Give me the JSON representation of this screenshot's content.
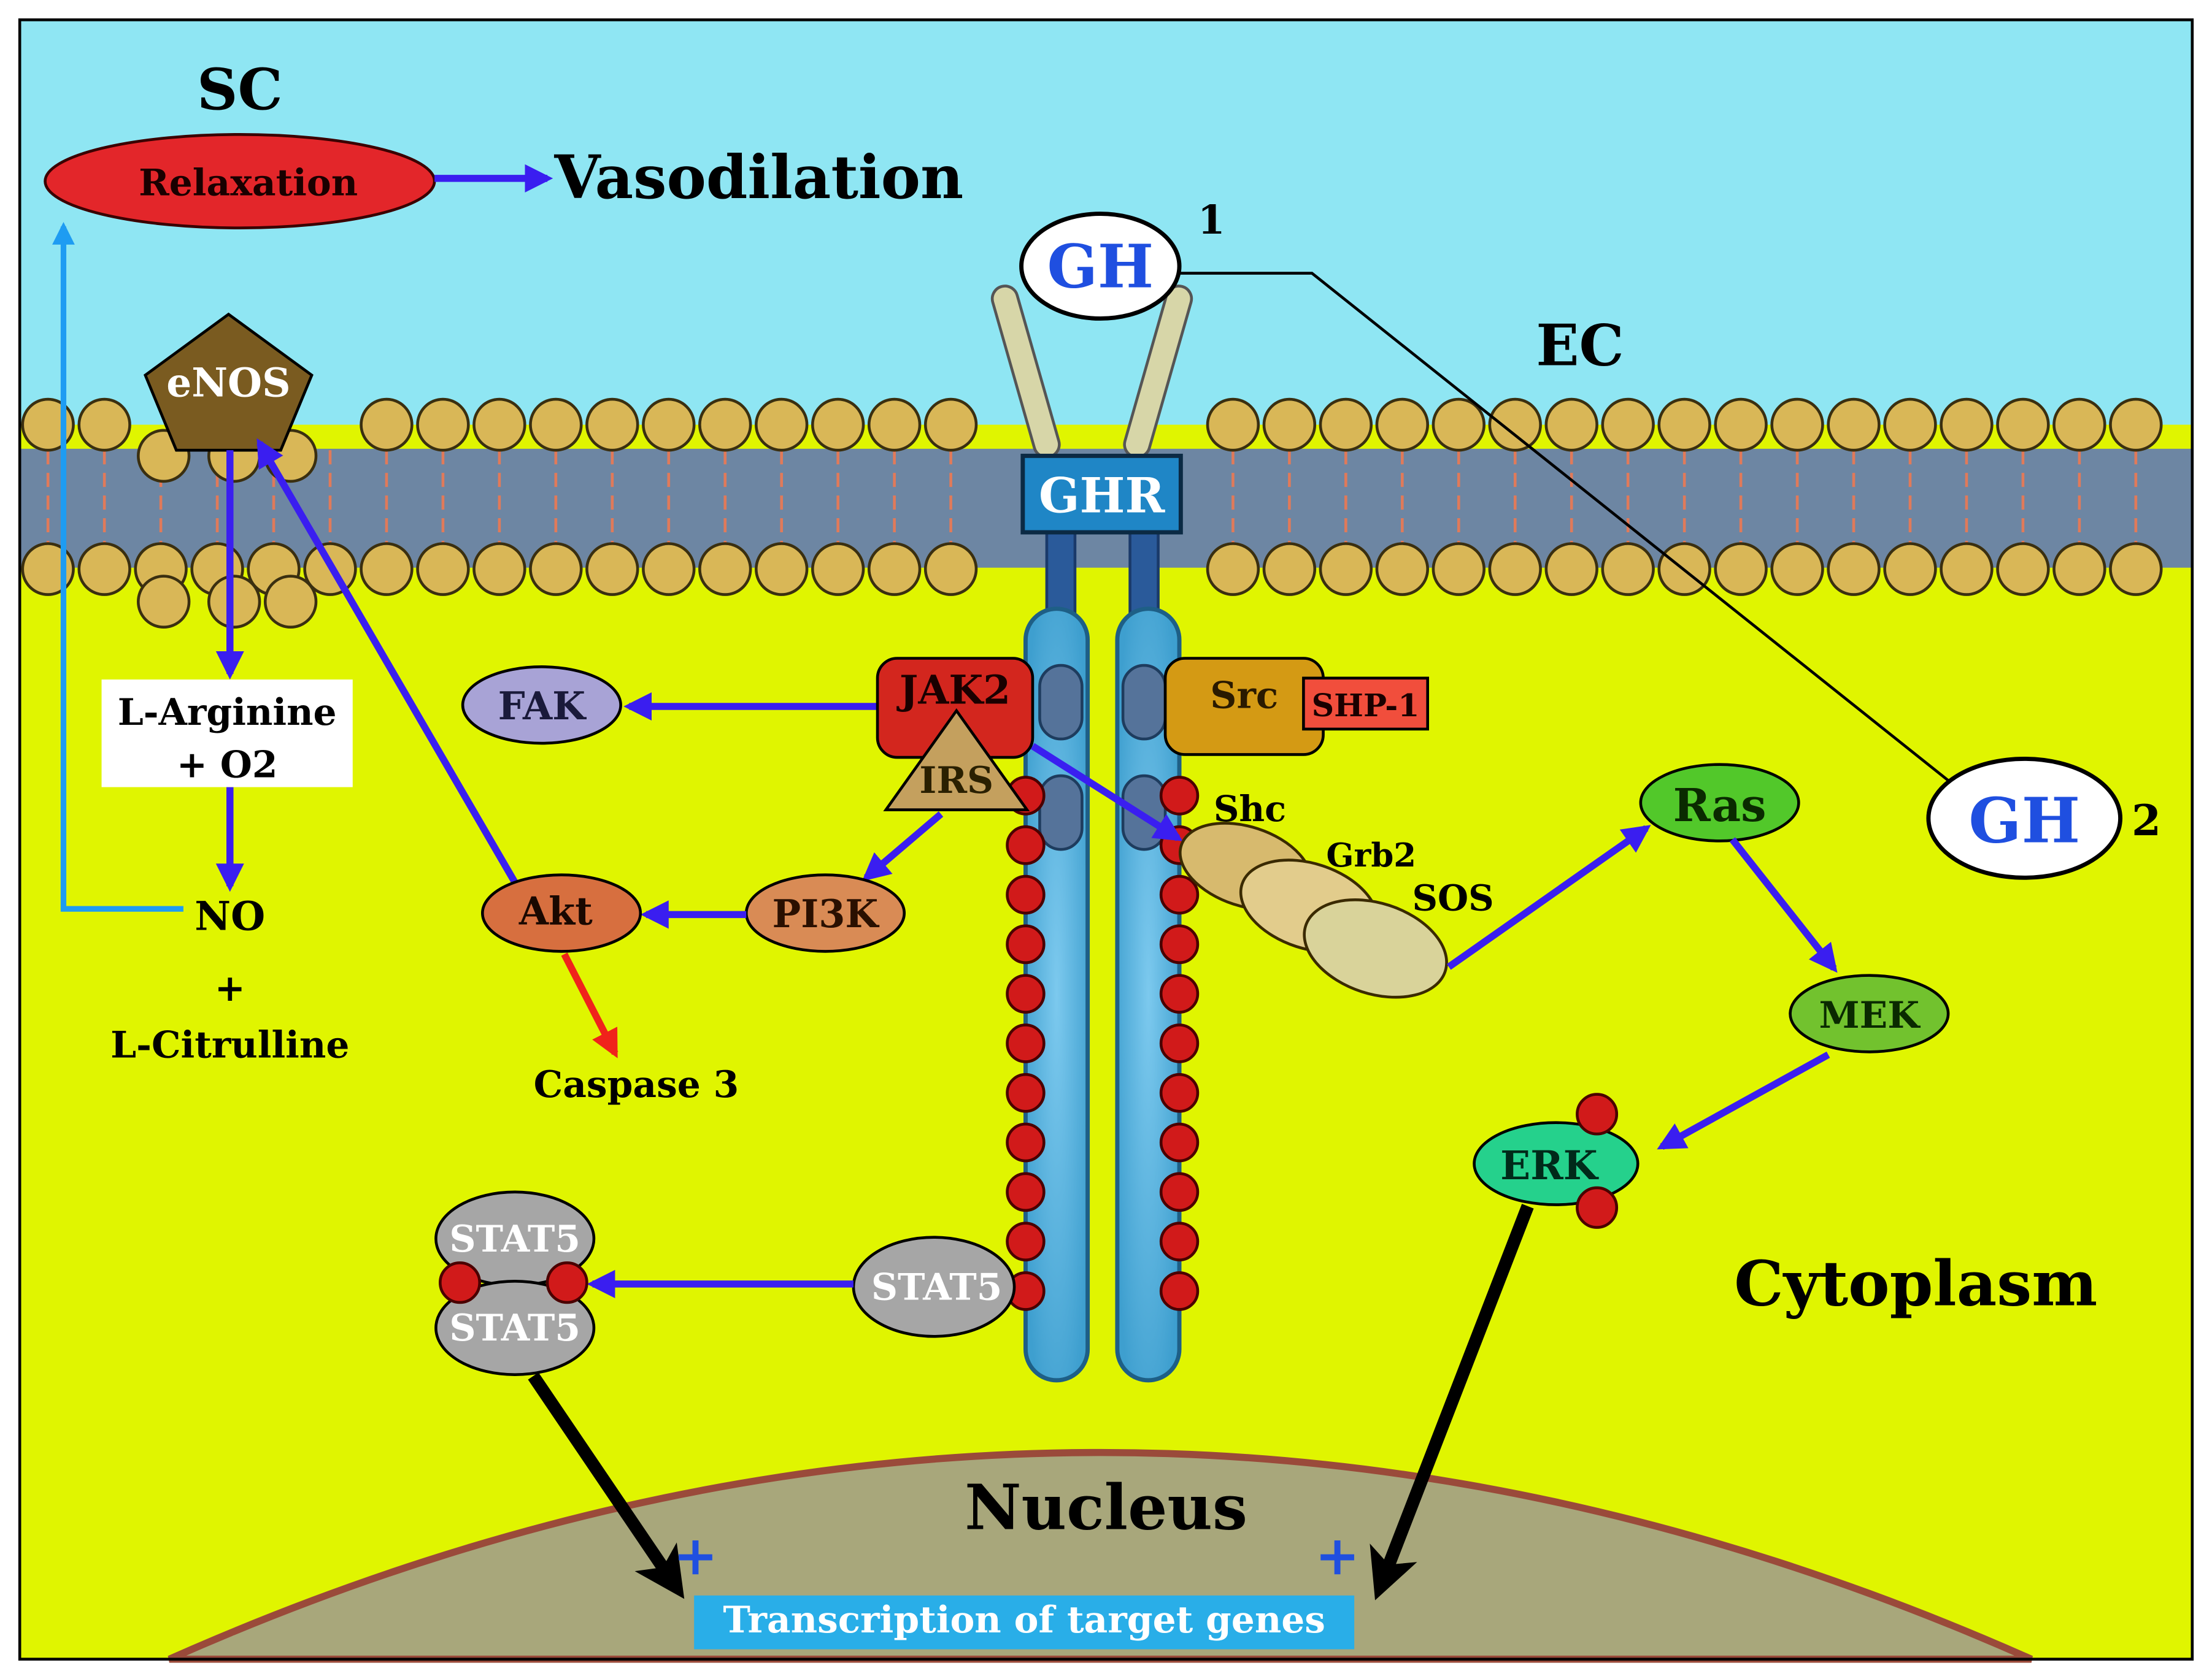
{
  "labels": {
    "sc": "SC",
    "relaxation": "Relaxation",
    "vasodilation": "Vasodilation",
    "ec": "EC",
    "gh1": "GH",
    "gh1_num": "1",
    "gh2": "GH",
    "gh2_num": "2",
    "enos": "eNOS",
    "ghr": "GHR",
    "l_arginine": "L-Arginine",
    "plus_o2": "+ O2",
    "no": "NO",
    "plus": "+",
    "l_citrulline": "L-Citrulline",
    "fak": "FAK",
    "jak2": "JAK2",
    "irs": "IRS",
    "src": "Src",
    "shp1": "SHP-1",
    "shc": "Shc",
    "grb2": "Grb2",
    "sos": "SOS",
    "ras": "Ras",
    "mek": "MEK",
    "erk": "ERK",
    "pi3k": "PI3K",
    "akt": "Akt",
    "caspase3": "Caspase 3",
    "stat5_mono": "STAT5",
    "stat5_top": "STAT5",
    "stat5_bottom": "STAT5",
    "cytoplasm": "Cytoplasm",
    "nucleus": "Nucleus",
    "nucleus_plus_left": "+",
    "nucleus_plus_right": "+",
    "transcription": "Transcription of target genes"
  },
  "colors": {
    "extracellular": "#8fe6f3",
    "cytoplasm": "#e0f500",
    "membrane_core": "#6d86a3",
    "lipid_head": "#d9b757",
    "nucleus": "#a8a77b",
    "nucleus_rim": "#9a4a3a",
    "arrow_blue": "#3a1ef0",
    "arrow_light_blue": "#1e9cf2",
    "arrow_red": "#f0231b",
    "receptor_blue": "#57b5e0",
    "phospho_red": "#d11a1a",
    "relaxation_red": "#e3262a",
    "enos_brown": "#7a5b20",
    "jak2_red": "#d3261e",
    "src_orange": "#d49a14",
    "shp1_red": "#f14e3c",
    "ras_green": "#52c82a",
    "mek_green": "#72c22e",
    "erk_green": "#25d18c",
    "fak_lavender": "#a8a3d6",
    "pi3k_orange": "#d98b55",
    "akt_orange": "#d76f3f",
    "stat_grey": "#a6a6a6",
    "transcription_bg": "#29aee8"
  }
}
